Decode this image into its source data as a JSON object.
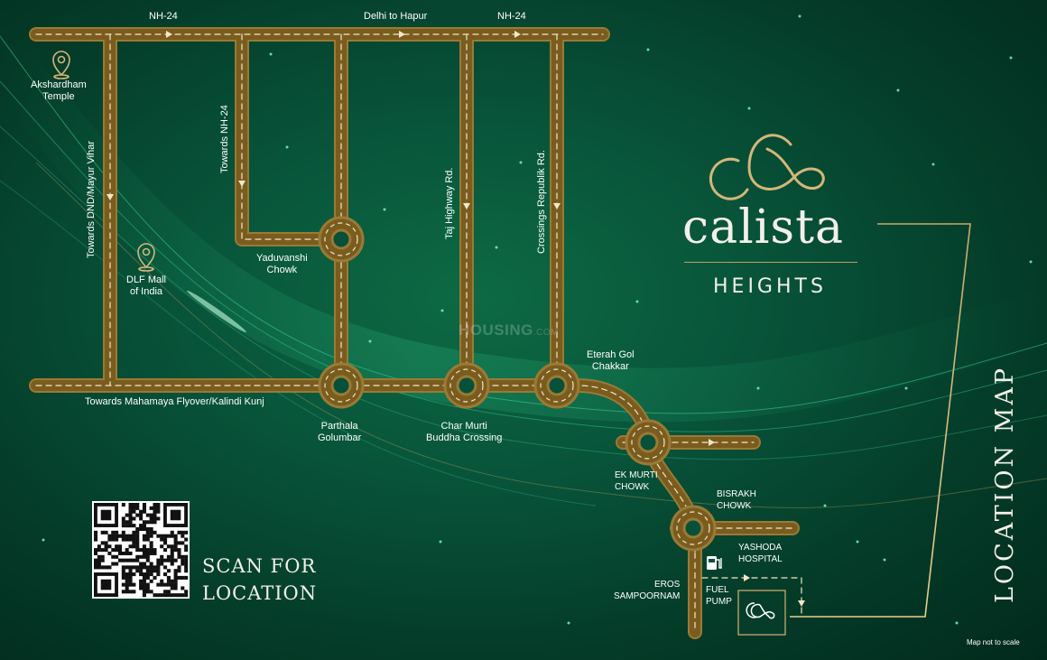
{
  "colors": {
    "road": "#7c5f1f",
    "road_edge": "#9a7a35",
    "dash": "#f3e7c8",
    "gold": "#c9a96b",
    "background": "#07503a"
  },
  "roads": {
    "top_left": "NH-24",
    "top_middle": "Delhi to Hapur",
    "top_right": "NH-24",
    "bottom_left": "Towards Mahamaya Flyover/Kalindi Kunj",
    "vertical_dnd": "Towards DND/Mayur Vihar",
    "vertical_nh24": "Towards NH-24",
    "vertical_taj": "Taj Highway Rd.",
    "vertical_crossings": "Crossings Republik Rd."
  },
  "landmarks": {
    "akshardham": [
      "Akshardham",
      "Temple"
    ],
    "dlf_mall": [
      "DLF Mall",
      "of India"
    ],
    "yaduvanshi": [
      "Yaduvanshi",
      "Chowk"
    ],
    "parthala": [
      "Parthala",
      "Golumbar"
    ],
    "char_murti": [
      "Char Murti",
      "Buddha Crossing"
    ],
    "eterah": [
      "Eterah Gol",
      "Chakkar"
    ],
    "ek_murti": [
      "EK MURTI",
      "CHOWK"
    ],
    "bisrakh": [
      "BISRAKH",
      "CHOWK"
    ],
    "yashoda": [
      "YASHODA",
      "HOSPITAL"
    ],
    "eros": [
      "EROS",
      "SAMPOORNAM"
    ],
    "fuel": [
      "FUEL",
      "PUMP"
    ]
  },
  "icons": {
    "pin": "location-pin-icon",
    "fuel": "fuel-pump-icon",
    "logo": "calista-monogram-icon",
    "qr": "qr-code"
  },
  "brand": {
    "name": "calista",
    "subtitle": "HEIGHTS"
  },
  "side_title": "LOCATION MAP",
  "scan": [
    "SCAN FOR",
    "LOCATION"
  ],
  "watermark": {
    "main": "HOUSING",
    "suffix": ".COM"
  },
  "disclaimer": "Map not to scale"
}
